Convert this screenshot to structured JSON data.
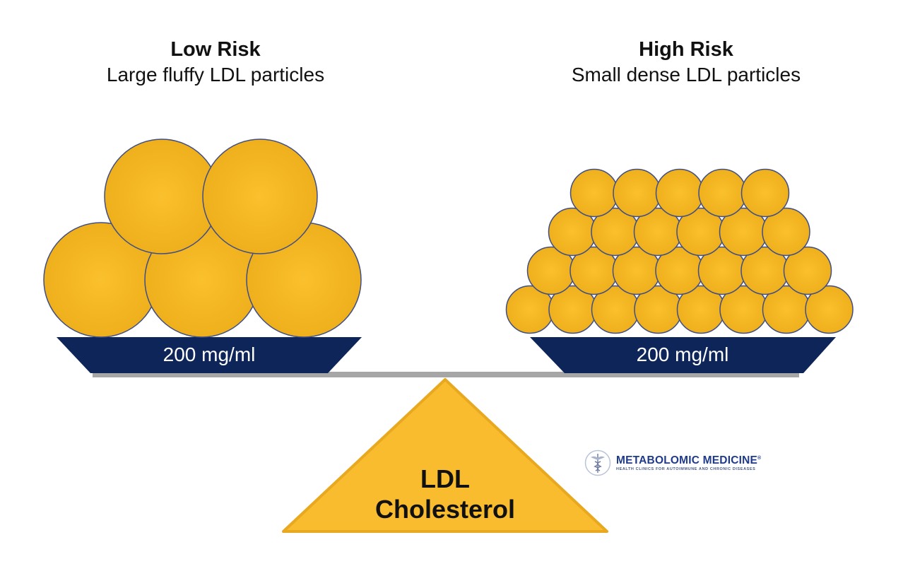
{
  "left": {
    "title": "Low Risk",
    "subtitle": "Large fluffy LDL particles",
    "tray_label": "200 mg/ml",
    "particles": {
      "bottom_row": 3,
      "top_row": 2,
      "size": "large"
    }
  },
  "right": {
    "title": "High Risk",
    "subtitle": "Small dense LDL particles",
    "tray_label": "200 mg/ml",
    "particles": {
      "rows_bottom_to_top": [
        8,
        7,
        6,
        5
      ],
      "size": "small"
    }
  },
  "fulcrum": {
    "line1": "LDL",
    "line2": "Cholesterol"
  },
  "logo": {
    "name": "METABOLOMIC MEDICINE",
    "registered": "®",
    "tagline": "HEALTH CLINICS FOR AUTOIMMUNE AND CHRONIC DISEASES",
    "icon": "caduceus-icon"
  },
  "colors": {
    "particle_fill": "#F2B21C",
    "particle_stroke": "#3F4E86",
    "tray_fill": "#0E2559",
    "beam": "#A6A6A6",
    "fulcrum_fill": "#F9BC2E",
    "fulcrum_stroke": "#E8A81F",
    "logo_text": "#1F3A8A"
  }
}
